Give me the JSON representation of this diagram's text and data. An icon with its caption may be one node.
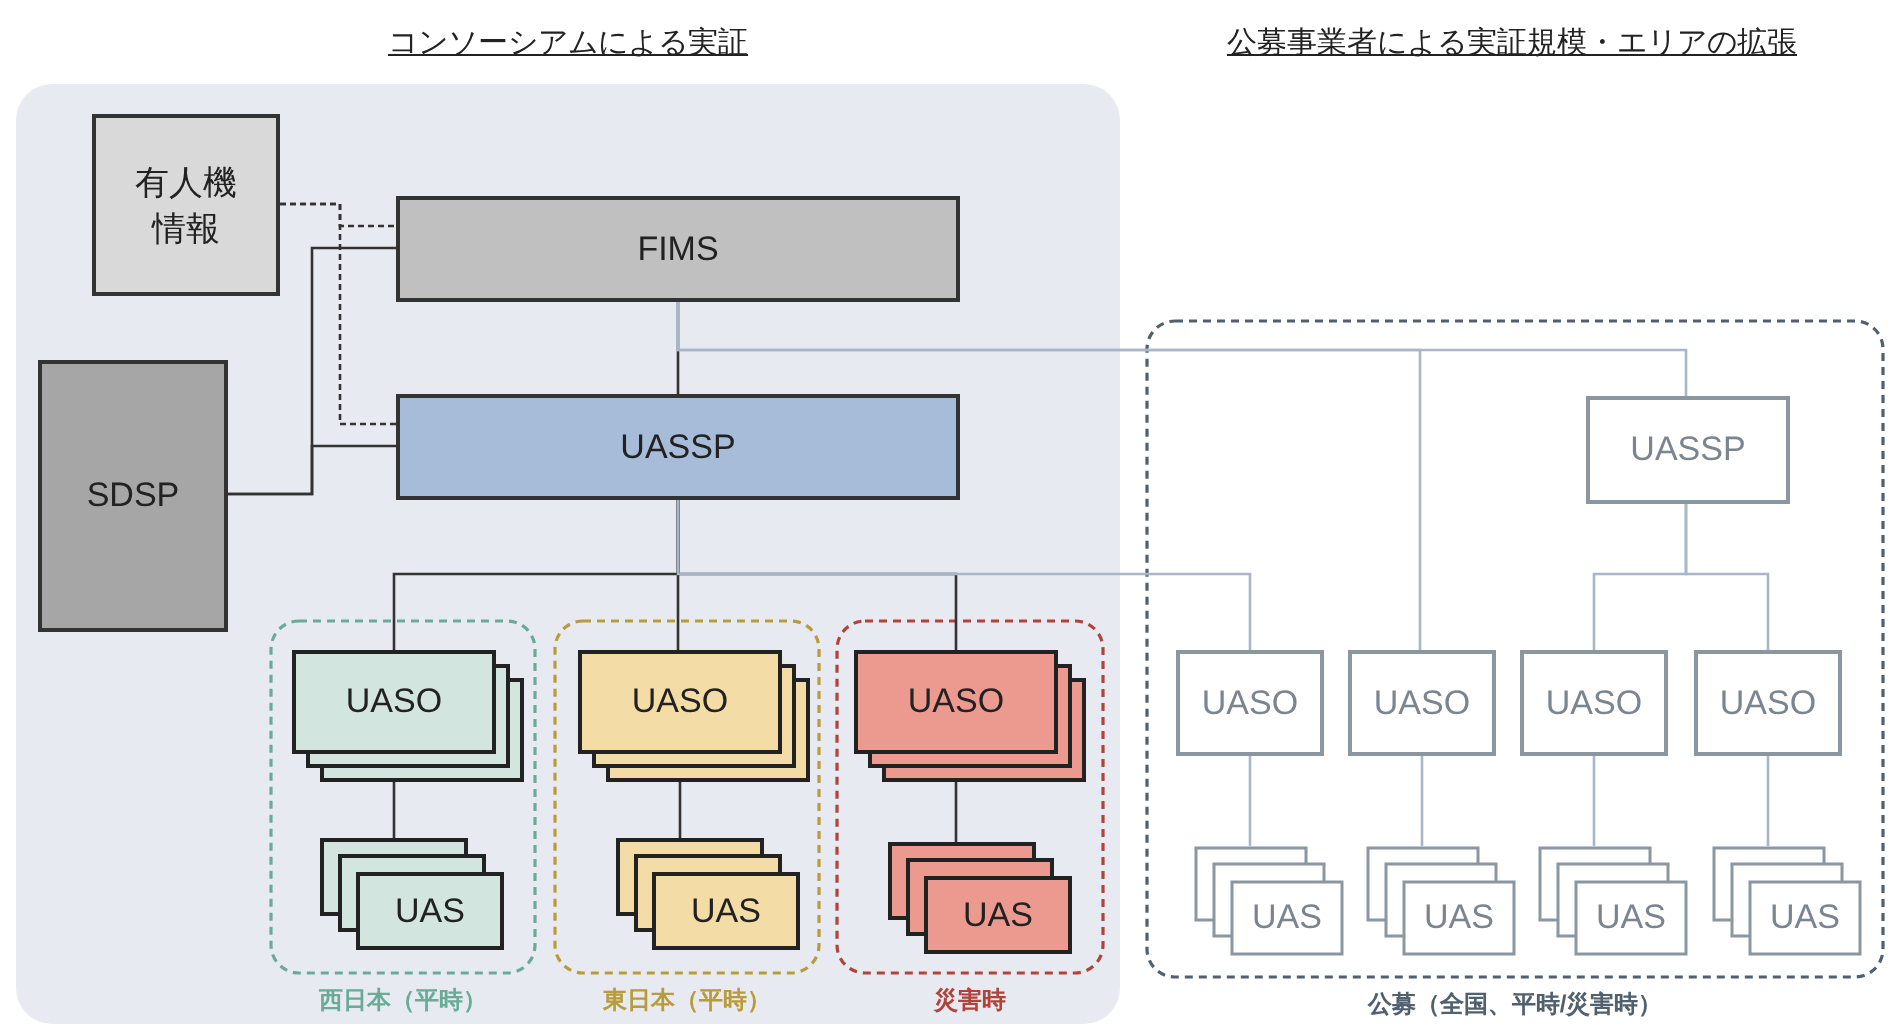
{
  "diagram": {
    "nodes": [
      {
        "text": [
          "コンソーシアムによる実証"
        ]
      },
      {
        "text": [
          "有人機情報"
        ],
        "in": 0
      },
      {
        "text": [
          "FIMS"
        ],
        "in": 0
      },
      {
        "text": [
          "SDSP"
        ],
        "in": 0
      },
      {
        "text": [
          "UASSP"
        ],
        "in": 0
      },
      {
        "text": [
          "西日本（平時）"
        ],
        "in": 0
      },
      {
        "text": [
          "UASO"
        ],
        "in": 5
      },
      {
        "text": [
          "UAS"
        ],
        "in": 5
      },
      {
        "text": [
          "東日本（平時）"
        ],
        "in": 0
      },
      {
        "text": [
          "UASO"
        ],
        "in": 8
      },
      {
        "text": [
          "UAS"
        ],
        "in": 8
      },
      {
        "text": [
          "災害時"
        ],
        "in": 0
      },
      {
        "text": [
          "UASO"
        ],
        "in": 11
      },
      {
        "text": [
          "UAS"
        ],
        "in": 11
      },
      {
        "text": [
          "公募（全国、平時/災害時）"
        ]
      },
      {
        "text": [
          "UASSP"
        ],
        "in": 14
      },
      {
        "text": [
          "UASO"
        ],
        "in": 14
      },
      {
        "text": [
          "UASO"
        ],
        "in": 14
      },
      {
        "text": [
          "UASO"
        ],
        "in": 14
      },
      {
        "text": [
          "UASO"
        ],
        "in": 14
      },
      {
        "text": [
          "UAS"
        ],
        "in": 14
      },
      {
        "text": [
          "UAS"
        ],
        "in": 14
      },
      {
        "text": [
          "UAS"
        ],
        "in": 14
      },
      {
        "text": [
          "UAS"
        ],
        "in": 14
      }
    ],
    "edges": [
      {
        "from": 1,
        "to": 2,
        "arrow": "none",
        "style": "dashed"
      },
      {
        "from": 1,
        "to": 4,
        "arrow": "none",
        "style": "dashed"
      },
      {
        "from": 3,
        "to": 2,
        "arrow": "none"
      },
      {
        "from": 3,
        "to": 4,
        "arrow": "none"
      },
      {
        "from": 2,
        "to": 4,
        "arrow": "none"
      },
      {
        "from": 4,
        "to": 6,
        "arrow": "none"
      },
      {
        "from": 4,
        "to": 9,
        "arrow": "none"
      },
      {
        "from": 4,
        "to": 12,
        "arrow": "none"
      },
      {
        "from": 6,
        "to": 7,
        "arrow": "none"
      },
      {
        "from": 9,
        "to": 10,
        "arrow": "none"
      },
      {
        "from": 12,
        "to": 13,
        "arrow": "none"
      },
      {
        "from": 2,
        "to": 17,
        "arrow": "none",
        "color": "#a9b6c8"
      },
      {
        "from": 2,
        "to": 15,
        "arrow": "none",
        "color": "#a9b6c8"
      },
      {
        "from": 4,
        "to": 16,
        "arrow": "none",
        "color": "#a9b6c8"
      },
      {
        "from": 15,
        "to": 18,
        "arrow": "none",
        "color": "#a9b6c8"
      },
      {
        "from": 15,
        "to": 19,
        "arrow": "none",
        "color": "#a9b6c8"
      },
      {
        "from": 16,
        "to": 20,
        "arrow": "none",
        "color": "#a9b6c8"
      },
      {
        "from": 17,
        "to": 21,
        "arrow": "none",
        "color": "#a9b6c8"
      },
      {
        "from": 18,
        "to": 22,
        "arrow": "none",
        "color": "#a9b6c8"
      },
      {
        "from": 19,
        "to": 23,
        "arrow": "none",
        "color": "#a9b6c8"
      }
    ],
    "labels": [
      "公募事業者による実証規模・エリアの拡張"
    ]
  }
}
